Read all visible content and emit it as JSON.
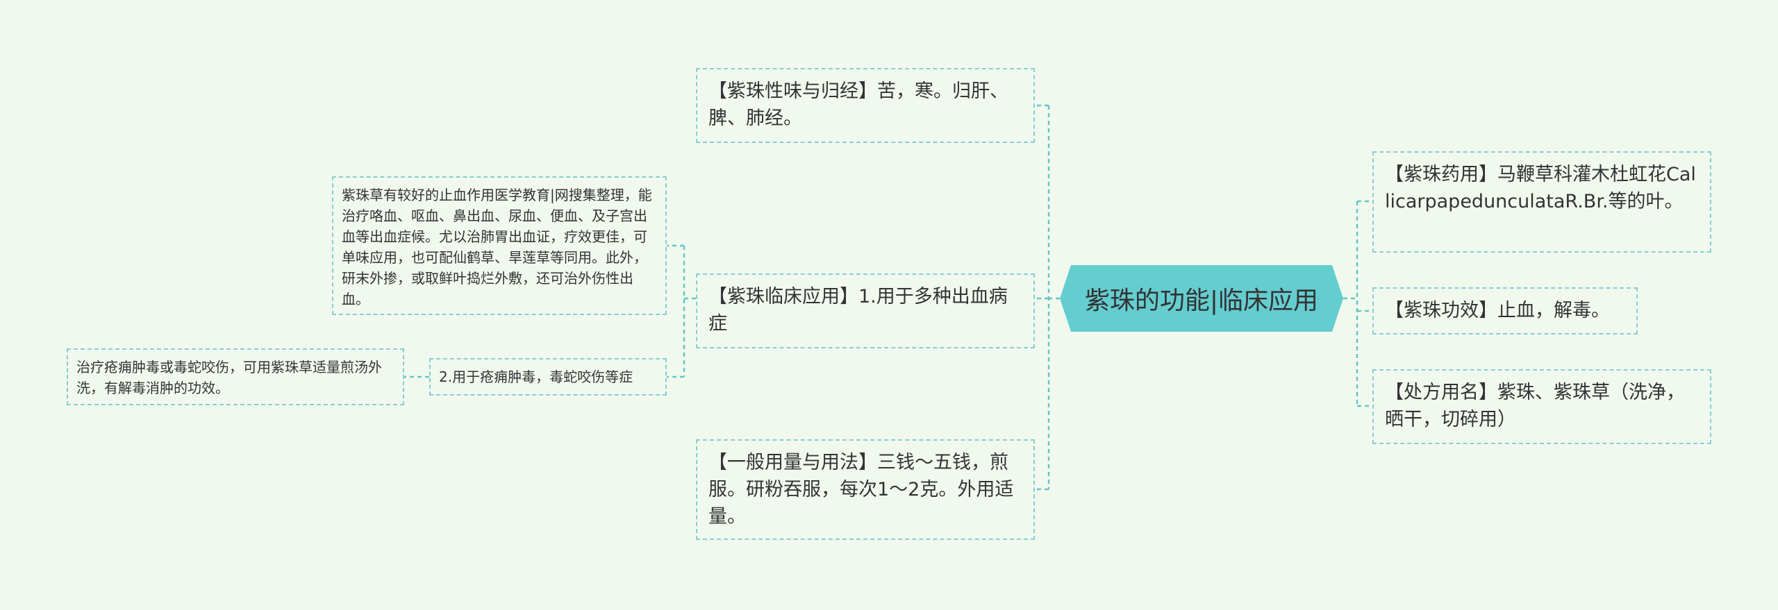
{
  "mindmap": {
    "root": {
      "label": "紫珠的功能|临床应用"
    },
    "left_branches": [
      {
        "label": "【紫珠性味与归经】苦，寒。归肝、脾、肺经。"
      },
      {
        "label": "【紫珠临床应用】1.用于多种出血病症",
        "children": [
          {
            "label": "紫珠草有较好的止血作用医学教育|网搜集整理，能治疗咯血、呕血、鼻出血、尿血、便血、及子宫出血等出血症候。尤以治肺胃出血证，疗效更佳，可单味应用，也可配仙鹤草、旱莲草等同用。此外，研末外掺，或取鲜叶捣烂外敷，还可治外伤性出血。"
          },
          {
            "label": "2.用于疮痈肿毒，毒蛇咬伤等症",
            "children": [
              {
                "label": "治疗疮痈肿毒或毒蛇咬伤，可用紫珠草适量煎汤外洗，有解毒消肿的功效。"
              }
            ]
          }
        ]
      },
      {
        "label": "【一般用量与用法】三钱～五钱，煎服。研粉吞服，每次1～2克。外用适量。"
      }
    ],
    "right_branches": [
      {
        "label": "【紫珠药用】马鞭草科灌木杜虹花CallicarpapedunculataR.Br.等的叶。"
      },
      {
        "label": "【紫珠功效】止血，解毒。"
      },
      {
        "label": "【处方用名】紫珠、紫珠草（洗净，晒干，切碎用）"
      }
    ]
  },
  "colors": {
    "background": "#f1f9ef",
    "root_fill": "#64cdd0",
    "connector": "#64c6c8",
    "node_border": "#86cfd1",
    "text": "#333333"
  }
}
